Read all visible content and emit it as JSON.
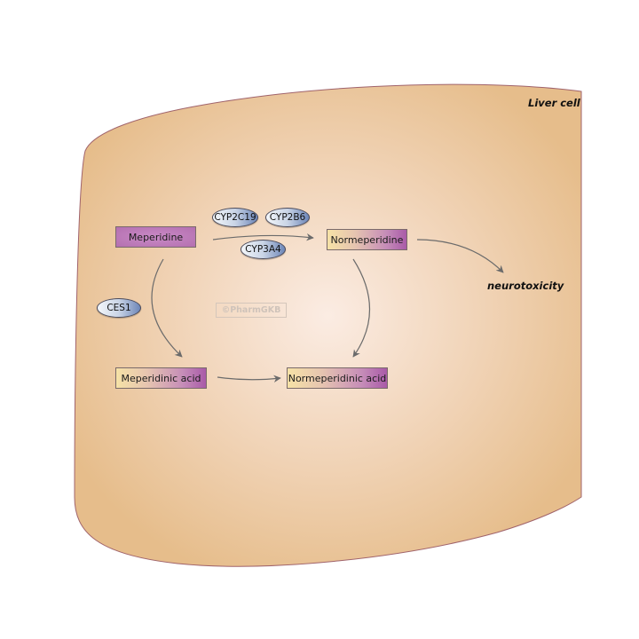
{
  "diagram": {
    "cell_label": "Liver cell",
    "watermark": "©PharmGKB",
    "colors": {
      "cell_fill_center": "#fbece3",
      "cell_fill_edge": "#e8bf8d",
      "cell_border": "#a0636b",
      "arrow": "#6b6b6b"
    },
    "nodes": {
      "meperidine": "Meperidine",
      "normeperidine": "Normeperidine",
      "meperidinic_acid": "Meperidinic acid",
      "normeperidinic_acid": "Normeperidinic acid",
      "neurotoxicity": "neurotoxicity"
    },
    "enzymes": {
      "cyp2c19": "CYP2C19",
      "cyp2b6": "CYP2B6",
      "cyp3a4": "CYP3A4",
      "ces1": "CES1"
    },
    "edges": [
      {
        "from": "Meperidine",
        "to": "Normeperidine",
        "enzymes": [
          "CYP2C19",
          "CYP2B6",
          "CYP3A4"
        ]
      },
      {
        "from": "Meperidine",
        "to": "Meperidinic acid",
        "enzymes": [
          "CES1"
        ]
      },
      {
        "from": "Normeperidine",
        "to": "Normeperidinic acid",
        "enzymes": []
      },
      {
        "from": "Meperidinic acid",
        "to": "Normeperidinic acid",
        "enzymes": []
      },
      {
        "from": "Normeperidine",
        "to": "neurotoxicity",
        "enzymes": []
      }
    ]
  }
}
